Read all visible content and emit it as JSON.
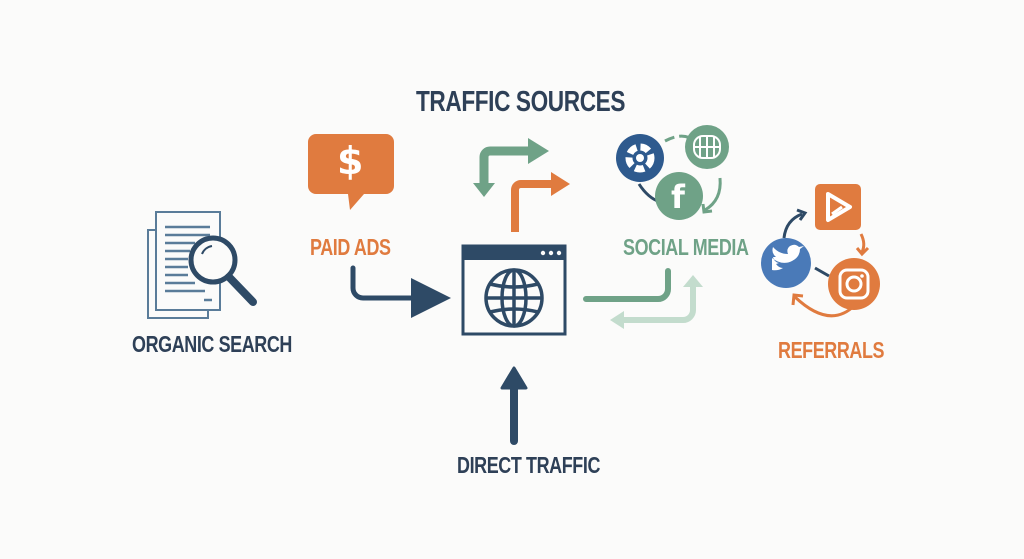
{
  "title": "TRAFFIC SOURCES",
  "colors": {
    "navy": "#2e4a66",
    "orange": "#e07b3f",
    "green": "#6fa287",
    "light_green": "#b9d6c5",
    "blue": "#4a7ab8",
    "background": "#fbfbfa"
  },
  "nodes": [
    {
      "id": "organic",
      "label": "ORGANIC SEARCH",
      "icon": "document-magnifier-icon"
    },
    {
      "id": "paid",
      "label": "PAID ADS",
      "icon": "dollar-speech-bubble-icon"
    },
    {
      "id": "website",
      "label": "",
      "icon": "browser-globe-icon"
    },
    {
      "id": "social",
      "label": "SOCIAL MEDIA",
      "icon": "social-network-circles-icon"
    },
    {
      "id": "referrals",
      "label": "REFERRALS",
      "icon": "referral-cycle-icon"
    },
    {
      "id": "direct",
      "label": "DIRECT TRAFFIC",
      "icon": "up-arrow-icon"
    }
  ],
  "icons": {
    "dollar": "$",
    "facebook": "f"
  }
}
